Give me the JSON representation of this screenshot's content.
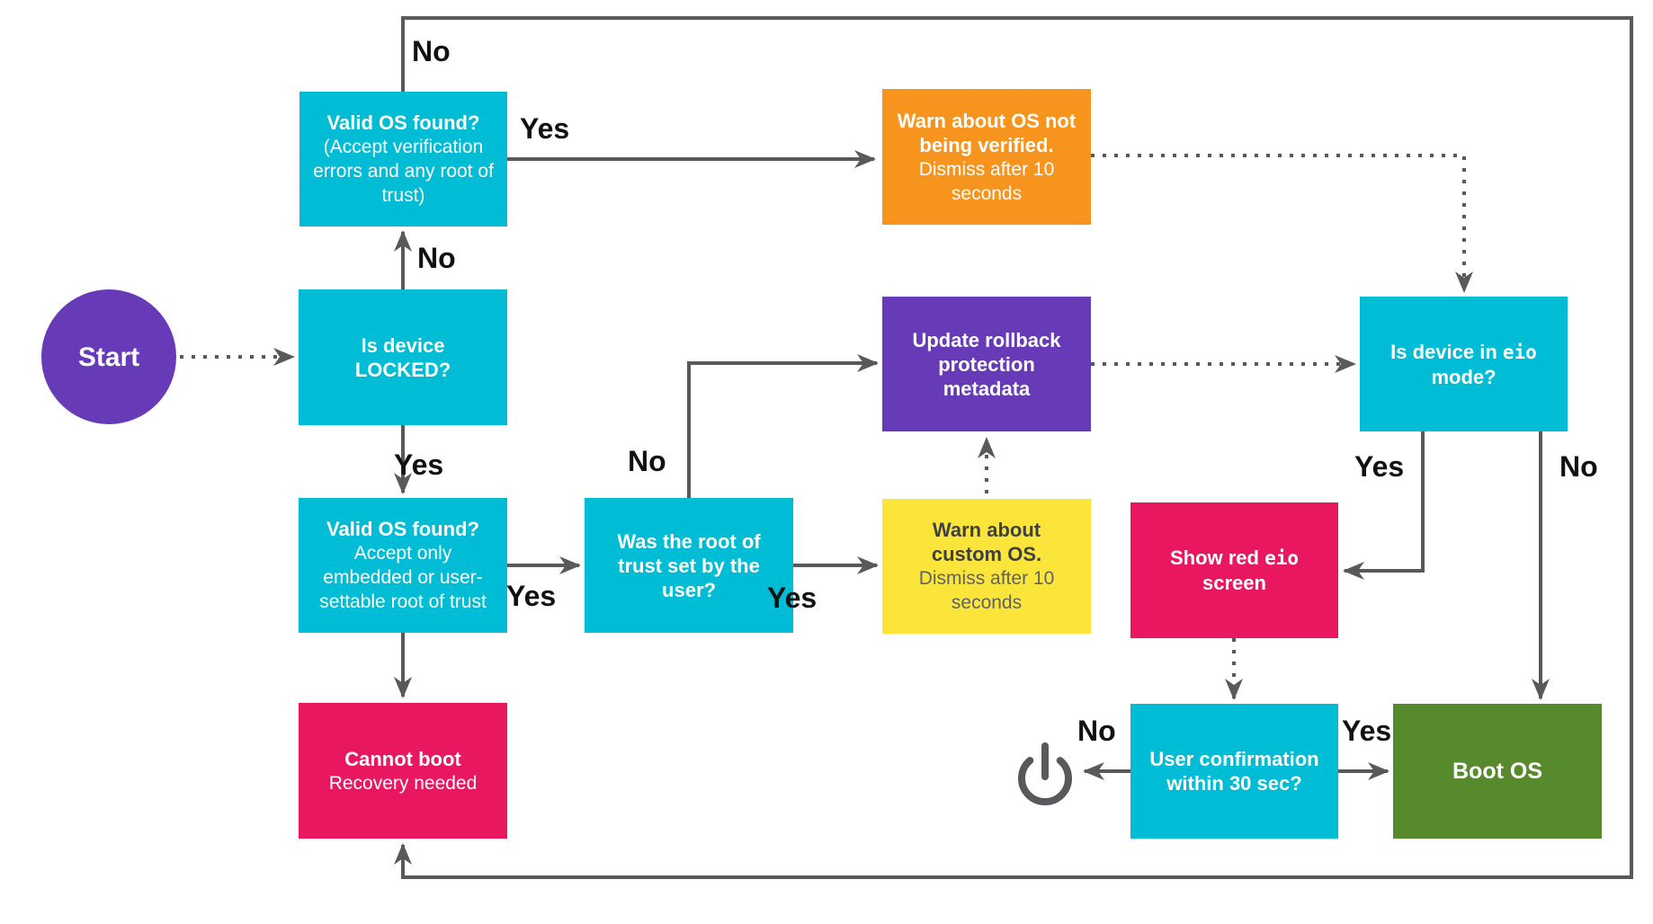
{
  "palette": {
    "cyan": "#00BCD4",
    "purple": "#673AB7",
    "orange": "#F7941D",
    "yellow": "#FCE53B",
    "pink": "#E8175F",
    "green": "#568A2C",
    "line_gray": "#58595B",
    "label_black": "#111111"
  },
  "nodes": {
    "start": {
      "label": "Start"
    },
    "valid_os_unlocked": {
      "title": "Valid OS found?",
      "subtitle": "(Accept verification errors and any root of trust)"
    },
    "warn_unverified": {
      "title": "Warn about OS not being verified.",
      "subtitle": "Dismiss after 10 seconds"
    },
    "is_locked": {
      "title": "Is device LOCKED?"
    },
    "update_rollback": {
      "title": "Update rollback protection metadata"
    },
    "eio_mode": {
      "title_prefix": "Is device in ",
      "title_mono": "eio",
      "title_suffix": " mode?"
    },
    "valid_os_locked": {
      "title": "Valid OS found?",
      "subtitle": "Accept only embedded or user-settable root of trust"
    },
    "was_root_user": {
      "title": "Was the root of trust set by the user?"
    },
    "warn_custom": {
      "title": "Warn about custom OS.",
      "subtitle": "Dismiss after 10 seconds"
    },
    "show_red_eio": {
      "title_prefix": "Show red ",
      "title_mono": "eio",
      "title_suffix": " screen"
    },
    "cannot_boot": {
      "title": "Cannot boot",
      "subtitle": "Recovery needed"
    },
    "user_confirmation": {
      "title": "User confirmation within 30 sec?"
    },
    "boot_os": {
      "title": "Boot OS"
    },
    "power_icon": "power-symbol"
  },
  "edge_labels": {
    "top_no": "No",
    "locked_no": "No",
    "valid1_yes": "Yes",
    "locked_yes": "Yes",
    "valid2_yes": "Yes",
    "wasroot_no": "No",
    "wasroot_yes": "Yes",
    "eio_yes": "Yes",
    "eio_no": "No",
    "userconf_no": "No",
    "userconf_yes": "Yes"
  }
}
